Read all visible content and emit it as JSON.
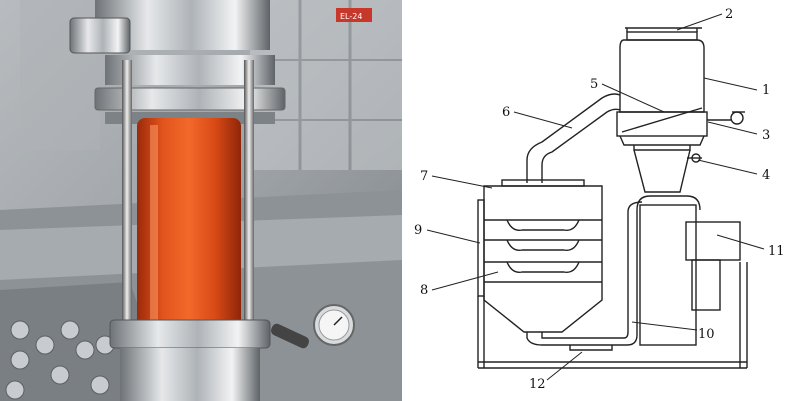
{
  "photo": {
    "label_plate": "EL-24"
  },
  "drawing": {
    "callouts": [
      {
        "id": "callout-1",
        "text": "1"
      },
      {
        "id": "callout-2",
        "text": "2"
      },
      {
        "id": "callout-3",
        "text": "3"
      },
      {
        "id": "callout-4",
        "text": "4"
      },
      {
        "id": "callout-5",
        "text": "5"
      },
      {
        "id": "callout-6",
        "text": "6"
      },
      {
        "id": "callout-7",
        "text": "7"
      },
      {
        "id": "callout-8",
        "text": "8"
      },
      {
        "id": "callout-9",
        "text": "9"
      },
      {
        "id": "callout-10",
        "text": "10"
      },
      {
        "id": "callout-11",
        "text": "11"
      },
      {
        "id": "callout-12",
        "text": "12"
      }
    ]
  }
}
